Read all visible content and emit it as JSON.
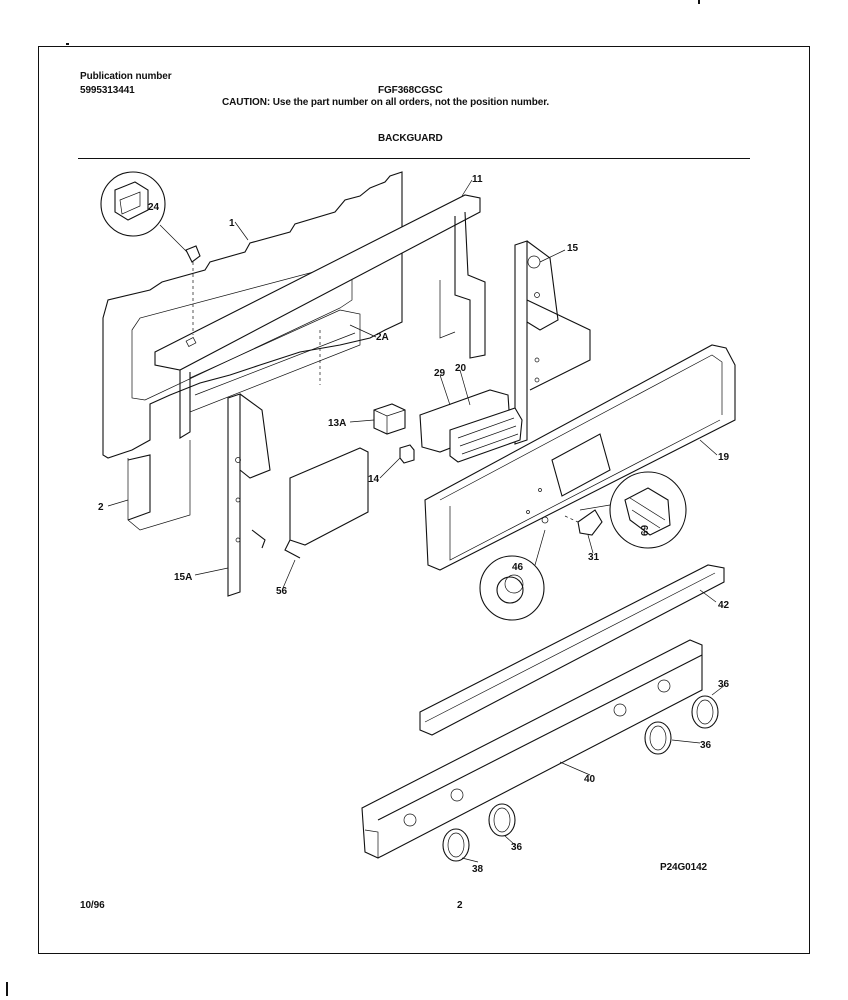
{
  "header": {
    "publication_label": "Publication number",
    "publication_number": "5995313441",
    "model": "FGF368CGSC",
    "caution": "CAUTION:  Use the part number on all orders, not the position number.",
    "section_title": "BACKGUARD"
  },
  "footer": {
    "date": "10/96",
    "page": "2",
    "drawing_id": "P24G0142"
  },
  "callouts": {
    "c24": "24",
    "c1": "1",
    "c11": "11",
    "c2A": "2A",
    "c15": "15",
    "c29": "29",
    "c20": "20",
    "c13A": "13A",
    "c14": "14",
    "c19": "19",
    "c2": "2",
    "c69": "69",
    "c31": "31",
    "c46": "46",
    "c15A": "15A",
    "c56": "56",
    "c42": "42",
    "c36a": "36",
    "c36b": "36",
    "c36c": "36",
    "c38": "38",
    "c40": "40"
  }
}
